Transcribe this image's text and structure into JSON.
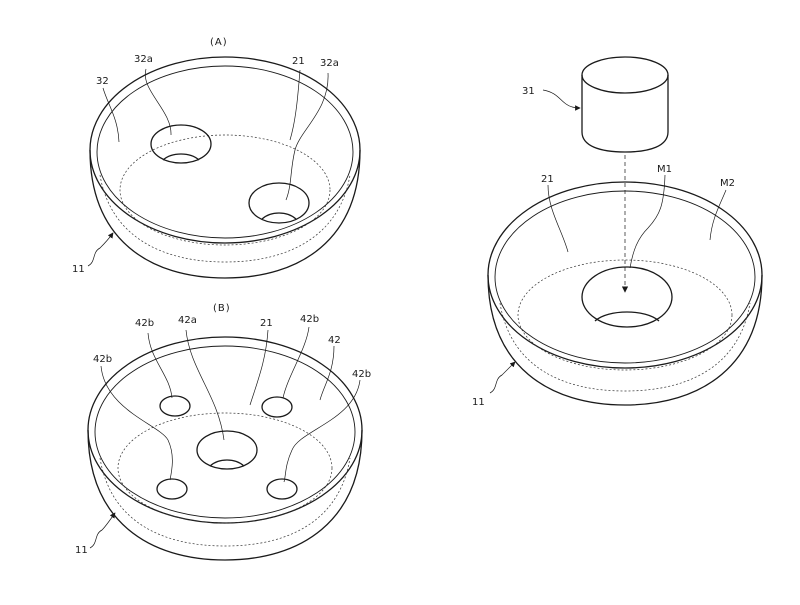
{
  "figure_a": {
    "caption": "(A)",
    "labels": {
      "bowl": "11",
      "outer_region": "32",
      "hole_left": "32a",
      "hole_right": "32a",
      "inner_circle": "21"
    }
  },
  "figure_b": {
    "caption": "(B)",
    "labels": {
      "bowl": "11",
      "hole_left_upper": "42b",
      "hole_center": "42a",
      "inner_circle": "21",
      "hole_right_upper": "42b",
      "outer_region": "42",
      "hole_left_lower": "42b",
      "hole_right_lower": "42b"
    }
  },
  "figure_c": {
    "labels": {
      "cylinder": "31",
      "inner_circle": "21",
      "center_region": "M1",
      "outer_region": "M2",
      "bowl": "11"
    }
  }
}
